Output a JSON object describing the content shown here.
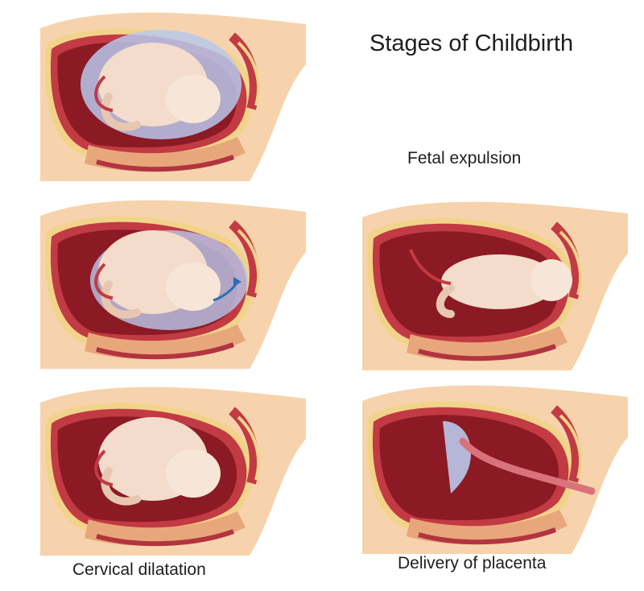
{
  "title": "Stages of Childbirth",
  "captions": {
    "expulsion": "Fetal expulsion",
    "dilatation": "Cervical dilatation",
    "placenta": "Delivery of placenta"
  },
  "colors": {
    "skin": "#f6d3ad",
    "muscle": "#c23a43",
    "cavity": "#8b1a24",
    "fat": "#f1d48a",
    "amniotic": "#b9c8ec",
    "fetus": "#f3dccb",
    "arrow": "#2b6db5"
  },
  "panels": [
    {
      "stage": "early",
      "fluid": true,
      "arrow": false
    },
    {
      "stage": "waters-breaking",
      "fluid": true,
      "arrow": true
    },
    {
      "stage": "dilatation",
      "fluid": false,
      "arrow": false
    },
    {
      "stage": "expulsion",
      "fluid": false,
      "arrow": false
    },
    {
      "stage": "placenta",
      "fluid": false,
      "arrow": false
    }
  ]
}
